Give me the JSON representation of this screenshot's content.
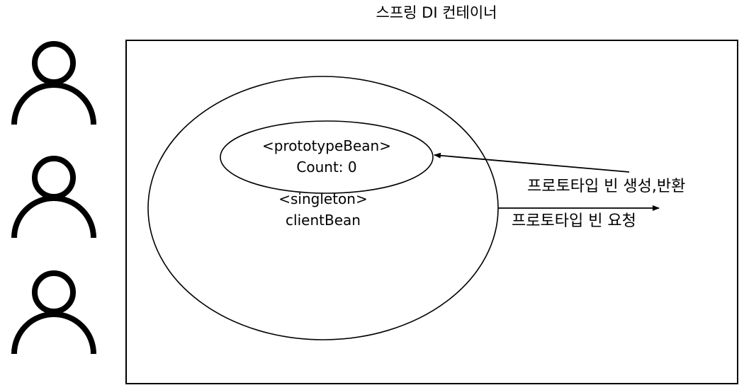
{
  "diagram": {
    "title": "스프링 DI 컨테이너",
    "inner_ellipse": {
      "line1": "<prototypeBean>",
      "line2": "Count: 0"
    },
    "outer_ellipse": {
      "line1": "<singleton>",
      "line2": "clientBean"
    },
    "arrows": {
      "response": "프로토타입 빈 생성,반환",
      "request": "프로토타입 빈 요청"
    },
    "users": [
      {
        "icon": "user-icon"
      },
      {
        "icon": "user-icon"
      },
      {
        "icon": "user-icon"
      }
    ],
    "colors": {
      "stroke": "#000000",
      "background": "#ffffff"
    }
  }
}
